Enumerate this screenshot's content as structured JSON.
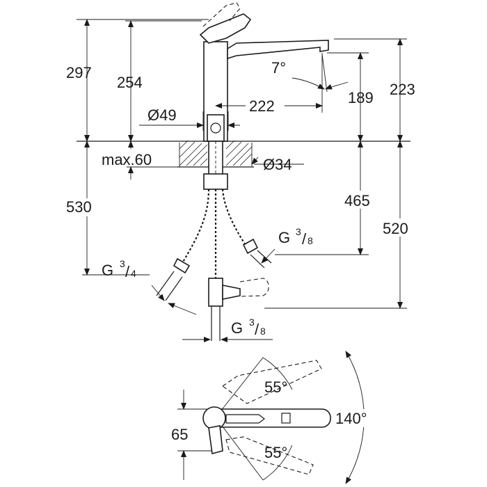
{
  "dimensions": {
    "overall_height": "297",
    "spout_height": "254",
    "outlet_height_right": "223",
    "outlet_clearance": "189",
    "spout_reach": "222",
    "body_diameter": "Ø49",
    "deck_thickness": "max.60",
    "hole_diameter": "Ø34",
    "hose_length_left": "530",
    "hose_length_mid": "465",
    "hose_length_right": "520",
    "spout_angle": "7°",
    "swivel_angle_top": "55°",
    "swivel_angle_bottom": "55°",
    "swivel_total": "140°",
    "handle_offset": "65"
  },
  "threads": {
    "g_prefix": "G",
    "inlet_large_num": "3",
    "inlet_large_den": "4",
    "inlet_small_num": "3",
    "inlet_small_den": "8"
  }
}
